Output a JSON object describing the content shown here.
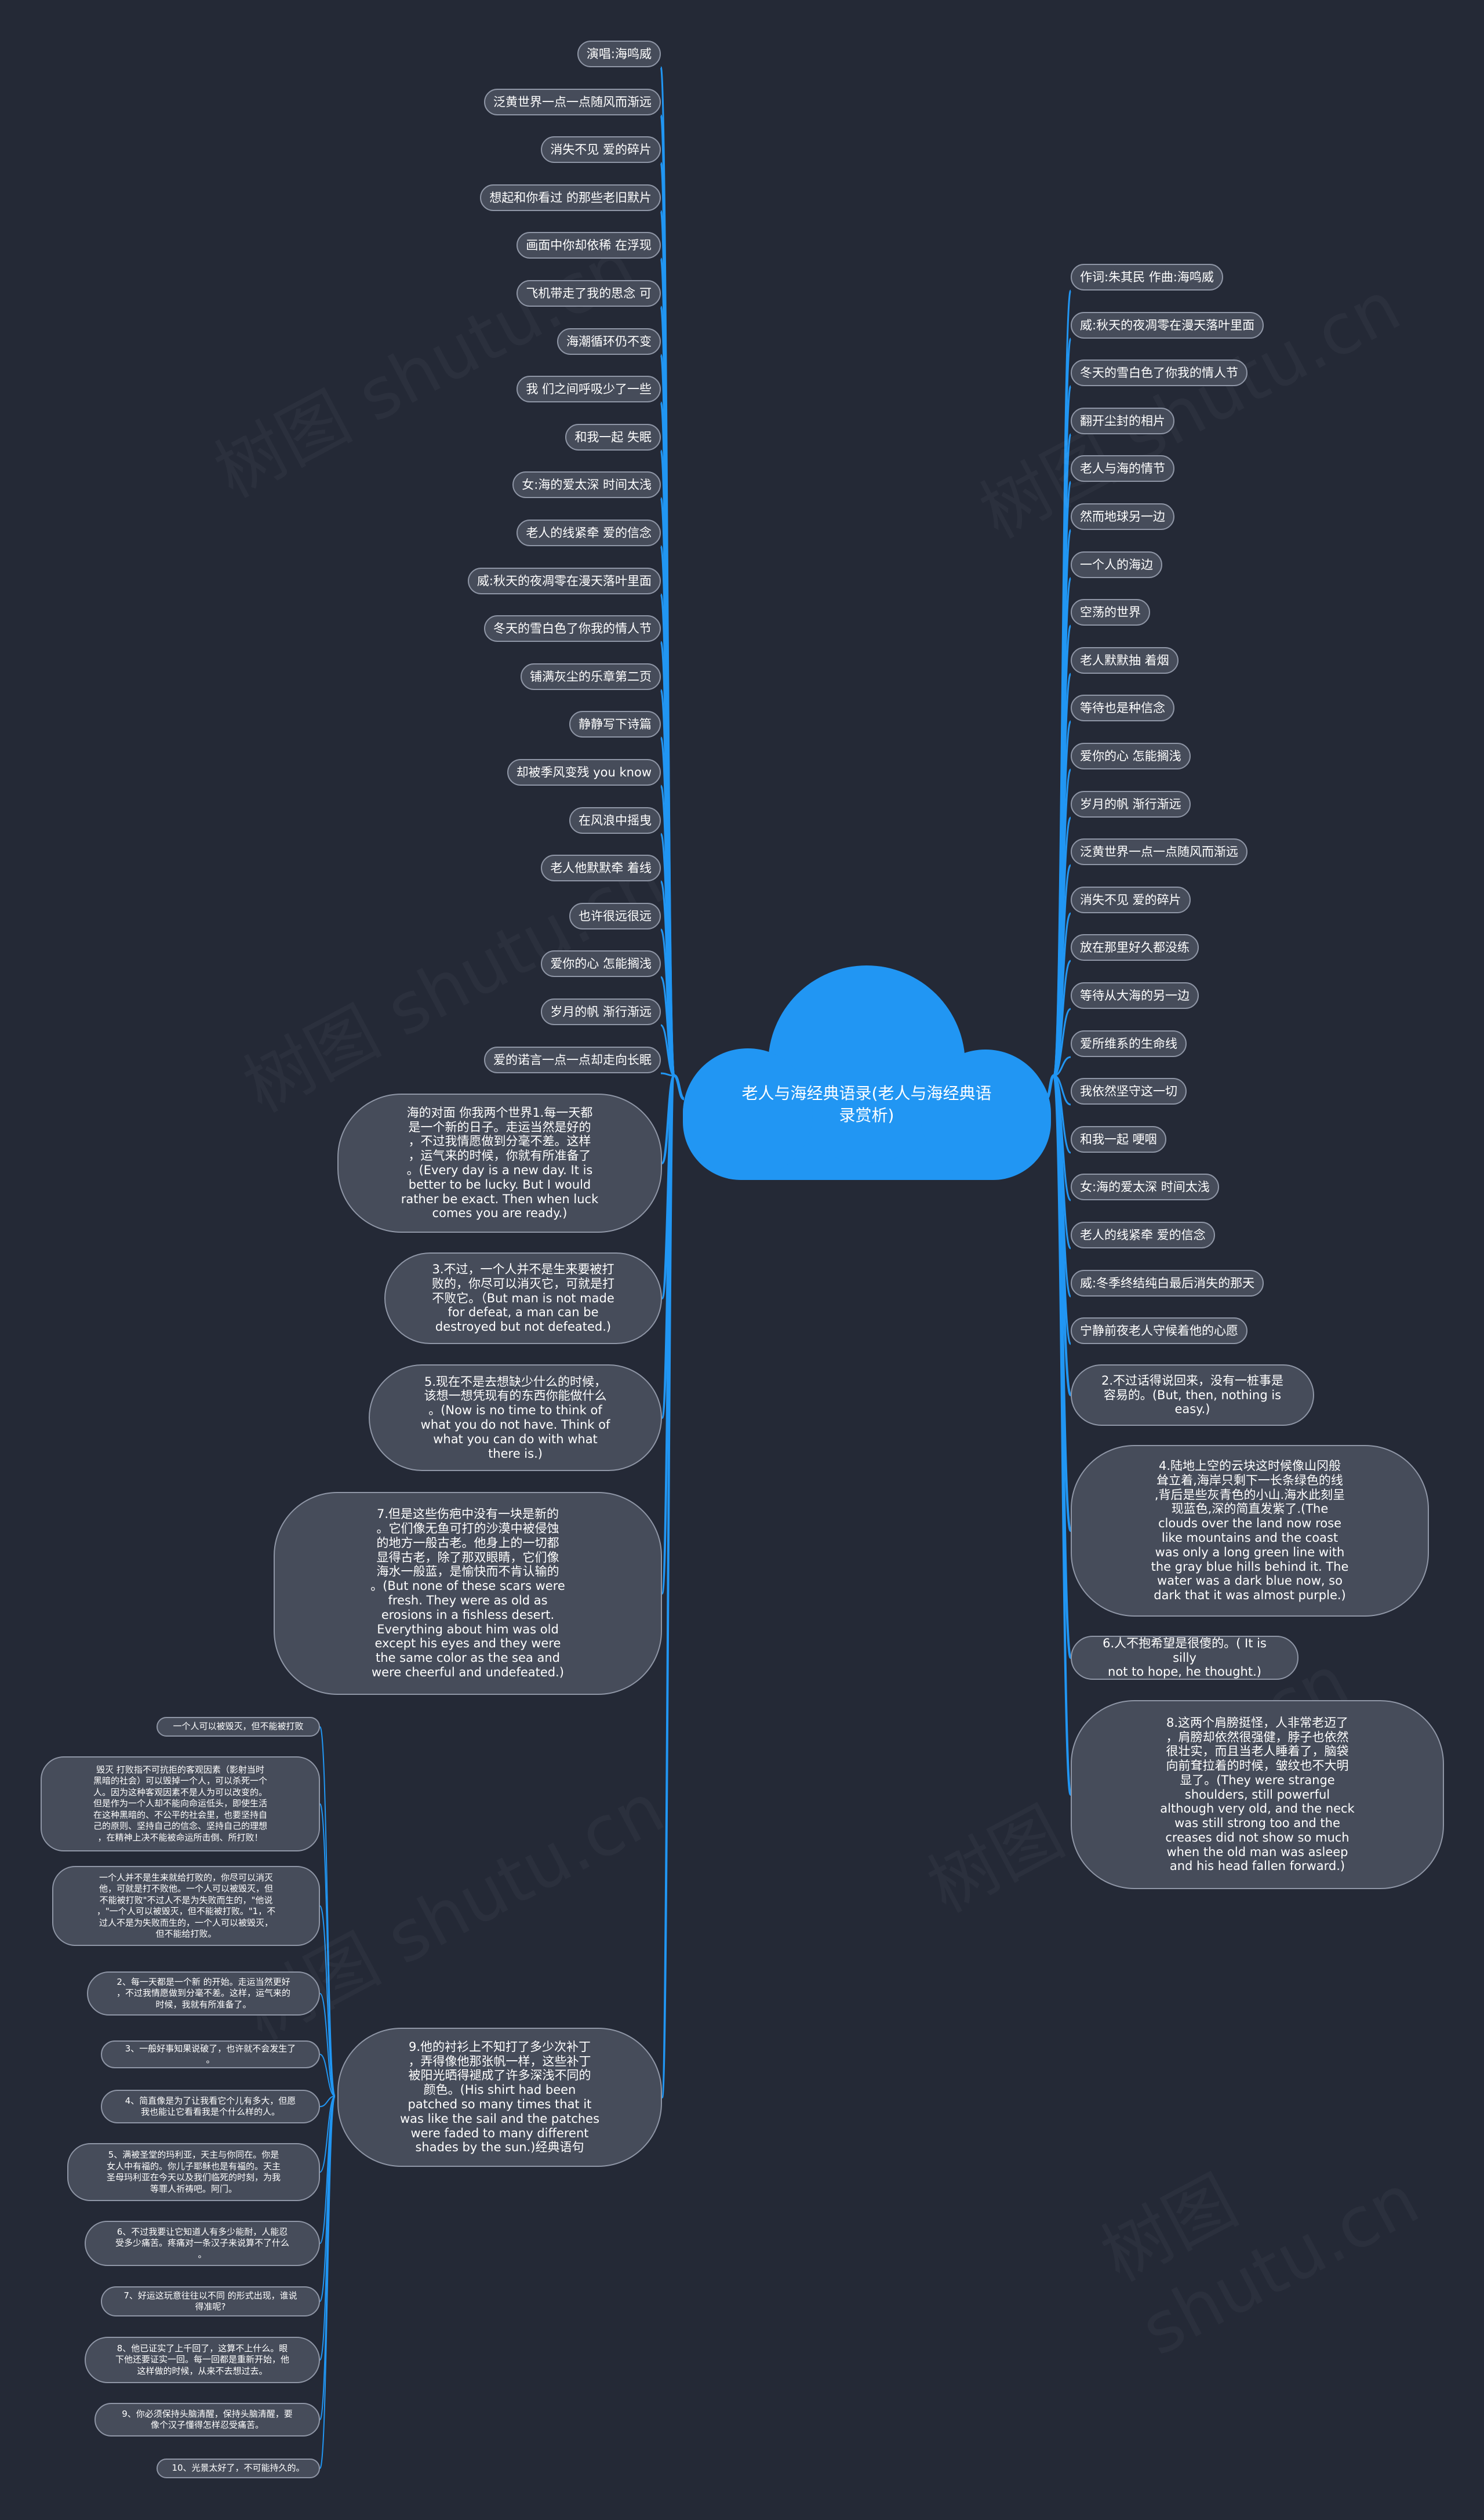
{
  "colors": {
    "background": "#242936",
    "root_fill": "#2196f3",
    "edge": "#2196f3",
    "node_fill": "#464c5a",
    "node_border": "#8f96a6"
  },
  "root": {
    "text": "老人与海经典语录(老人与海经典语录赏析)"
  },
  "left_pills": [
    "演唱:海鸣威",
    "泛黄世界一点一点随风而渐远",
    "消失不见 爱的碎片",
    "想起和你看过 的那些老旧默片",
    "画面中你却依稀 在浮现",
    "飞机带走了我的思念 可",
    "海潮循环仍不变",
    "我 们之间呼吸少了一些",
    "和我一起 失眠",
    "女:海的爱太深 时间太浅",
    "老人的线紧牵 爱的信念",
    "威:秋天的夜凋零在漫天落叶里面",
    "冬天的雪白色了你我的情人节",
    "铺满灰尘的乐章第二页",
    "静静写下诗篇",
    "却被季风变残 you know",
    "在风浪中摇曳",
    "老人他默默牵 着线",
    "也许很远很远",
    "爱你的心 怎能搁浅",
    "岁月的帆 渐行渐远",
    "爱的诺言一点一点却走向长眠"
  ],
  "left_bubbles": [
    "海的对面 你我两个世界1.每一天都\n是一个新的日子。走运当然是好的\n，不过我情愿做到分毫不差。这样\n，运气来的时候，你就有所准备了\n。(Every day is a new day. It is\nbetter to be lucky. But I would\nrather be exact. Then when luck\ncomes you are ready.)",
    "3.不过，一个人并不是生来要被打\n败的，你尽可以消灭它，可就是打\n不败它。（But man is not made\nfor defeat, a man can be\ndestroyed but not defeated.)",
    "5.现在不是去想缺少什么的时候，\n该想一想凭现有的东西你能做什么\n。(Now is no time to think of\nwhat you do not have. Think of\nwhat you can do with what\nthere is.)",
    "7.但是这些伤疤中没有一块是新的\n。它们像无鱼可打的沙漠中被侵蚀\n的地方一般古老。他身上的一切都\n显得古老，除了那双眼睛，它们像\n海水一般蓝，是愉快而不肯认输的\n。(But none of these scars were\nfresh. They were as old as\nerosions in a fishless desert.\nEverything about him was old\nexcept his eyes and they were\nthe same color as the sea and\nwere cheerful and undefeated.)",
    "9.他的衬衫上不知打了多少次补丁\n，弄得像他那张帆一样，这些补丁\n被阳光晒得褪成了许多深浅不同的\n颜色。(His shirt had been\npatched so many times that it\nwas like the sail and the patches\nwere faded to many different\nshades by the sun.)经典语句"
  ],
  "right_pills": [
    "作词:朱其民 作曲:海鸣威",
    "威:秋天的夜凋零在漫天落叶里面",
    "冬天的雪白色了你我的情人节",
    "翻开尘封的相片",
    "老人与海的情节",
    "然而地球另一边",
    "一个人的海边",
    "空荡的世界",
    "老人默默抽 着烟",
    "等待也是种信念",
    "爱你的心 怎能搁浅",
    "岁月的帆 渐行渐远",
    "泛黄世界一点一点随风而渐远",
    "消失不见 爱的碎片",
    "放在那里好久都没练",
    "等待从大海的另一边",
    "爱所维系的生命线",
    "我依然坚守这一切",
    "和我一起 哽咽",
    "女:海的爱太深 时间太浅",
    "老人的线紧牵 爱的信念",
    "威:冬季终结纯白最后消失的那天",
    "宁静前夜老人守候着他的心愿"
  ],
  "right_bubbles": [
    "2.不过话得说回来，没有一桩事是\n容易的。(But, then, nothing is\neasy.)",
    "4.陆地上空的云块这时候像山冈般\n耸立着,海岸只剩下一长条绿色的线\n,背后是些灰青色的小山.海水此刻呈\n现蓝色,深的简直发紫了.(The\nclouds over the land now rose\nlike mountains and the coast\nwas only a long green line with\nthe gray blue hills behind it. The\nwater was a dark blue now, so\ndark that it was almost purple.)",
    "6.人不抱希望是很傻的。( It is silly\nnot to hope, he thought.)",
    "8.这两个肩膀挺怪，人非常老迈了\n，肩膀却依然很强健，脖子也依然\n很壮实，而且当老人睡着了，脑袋\n向前耷拉着的时候，皱纹也不大明\n显了。(They were strange\nshoulders, still powerful\nalthough very old, and the neck\nwas still strong too and the\ncreases did not show so much\nwhen the old man was asleep\nand his head fallen forward.)"
  ],
  "sub_items": [
    "一个人可以被毁灭，但不能被打败",
    "毁灭 打败指不可抗拒的客观因素（影射当时\n黑暗的社会）可以毁掉一个人，可以杀死一个\n人。因为这种客观因素不是人为可以改变的。\n但是作为一个人却不能向命运低头，即使生活\n在这种黑暗的、不公平的社会里，也要坚持自\n己的原则、坚持自己的信念、坚持自己的理想\n，在精神上决不能被命运所击倒、所打败！",
    "一个人并不是生来就给打败的，你尽可以消灭\n他，可就是打不败他。一个人可以被毁灭，但\n不能被打败\"不过人不是为失败而生的，\"他说\n，\"一个人可以被毁灭，但不能被打败。\"1，不\n过人不是为失败而生的，一个人可以被毁灭，\n但不能给打败。",
    "2、每一天都是一个新 的开始。走运当然更好\n，不过我情愿做到分毫不差。这样，运气来的\n时候，我就有所准备了。",
    "3、一般好事知果说破了，也许就不会发生了\n。",
    "4、简直像是为了让我看它个儿有多大，但愿\n我也能让它看看我是个什么样的人。",
    "5、满被圣堂的玛利亚，天主与你同在。你是\n女人中有福的。你儿子耶稣也是有福的。天主\n圣母玛利亚在今天以及我们临死的时刻，为我\n等罪人祈祷吧。阿门。",
    "6、不过我要让它知道人有多少能耐，人能忍\n受多少痛苦。疼痛对一条汉子来说算不了什么\n。",
    "7、好运这玩意往往以不同 的形式出现，谁说\n得准呢?",
    "8、他已证实了上千回了，这算不上什么。眼\n下他还要证实一回。每一回都是重新开始，他\n这样做的时候，从来不去想过去。",
    "9、你必须保持头脑清醒，保持头脑清醒，要\n像个汉子懂得怎样忍受痛苦。",
    "10、光景太好了，不可能持久的。"
  ],
  "watermarks": [
    "树图 shutu.cn",
    "树图 shutu.cn",
    "树图 shutu.cn",
    "树图 shutu.cn",
    "树图 shutu.cn",
    "树图 shutu.cn"
  ]
}
